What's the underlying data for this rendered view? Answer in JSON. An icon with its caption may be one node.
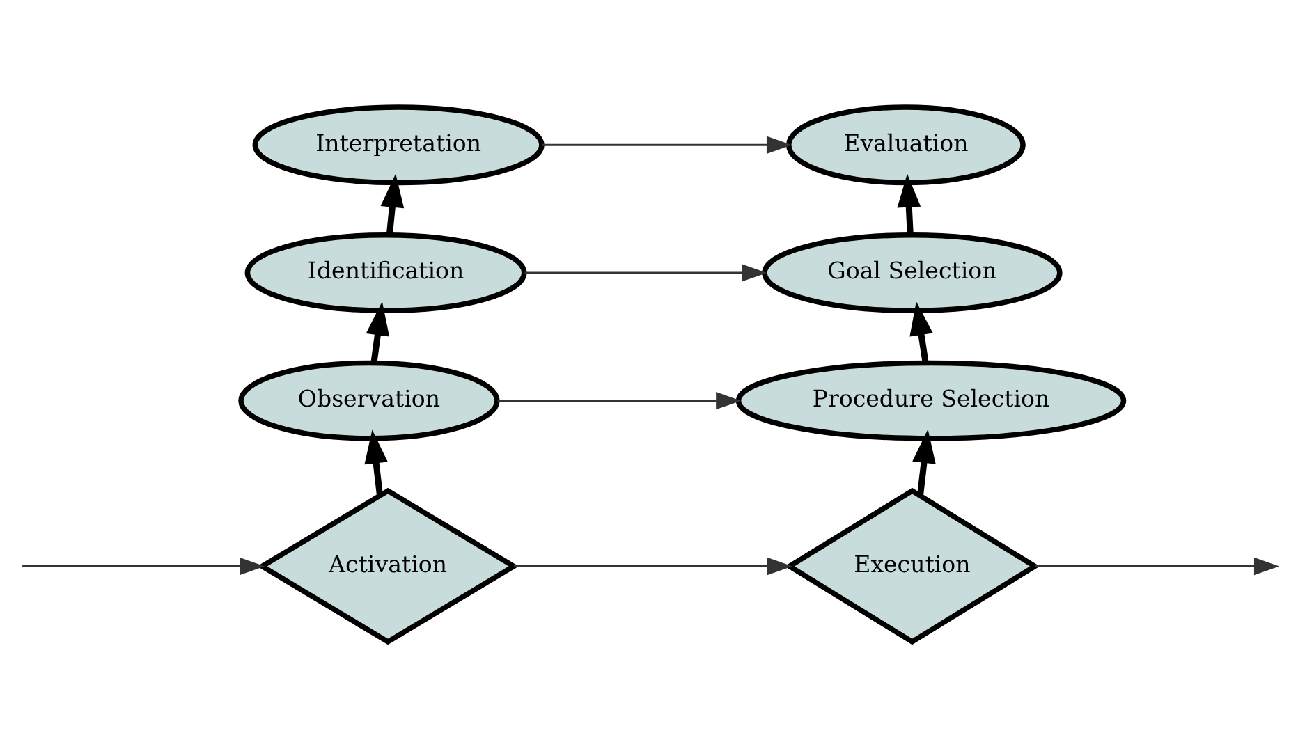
{
  "diagram": {
    "nodes": [
      {
        "text": [
          "Activation"
        ]
      },
      {
        "text": [
          "Observation"
        ]
      },
      {
        "text": [
          "Identification"
        ]
      },
      {
        "text": [
          "Interpretation"
        ]
      },
      {
        "text": [
          "Evaluation"
        ]
      },
      {
        "text": [
          "Goal Selection"
        ]
      },
      {
        "text": [
          "Procedure Selection"
        ]
      },
      {
        "text": [
          "Execution"
        ]
      }
    ],
    "edges": [
      {
        "from": null,
        "to": 0,
        "arrow": "to"
      },
      {
        "from": 0,
        "to": 1,
        "arrow": "to",
        "style": "thick"
      },
      {
        "from": 1,
        "to": 2,
        "arrow": "to",
        "style": "thick"
      },
      {
        "from": 2,
        "to": 3,
        "arrow": "to",
        "style": "thick"
      },
      {
        "from": 3,
        "to": 4,
        "arrow": "to"
      },
      {
        "from": 2,
        "to": 5,
        "arrow": "to"
      },
      {
        "from": 1,
        "to": 6,
        "arrow": "to"
      },
      {
        "from": 0,
        "to": 7,
        "arrow": "to"
      },
      {
        "from": 5,
        "to": 4,
        "arrow": "to",
        "style": "thick"
      },
      {
        "from": 6,
        "to": 5,
        "arrow": "to",
        "style": "thick"
      },
      {
        "from": 7,
        "to": 6,
        "arrow": "to",
        "style": "thick"
      },
      {
        "from": 7,
        "to": null,
        "arrow": "to"
      }
    ]
  }
}
